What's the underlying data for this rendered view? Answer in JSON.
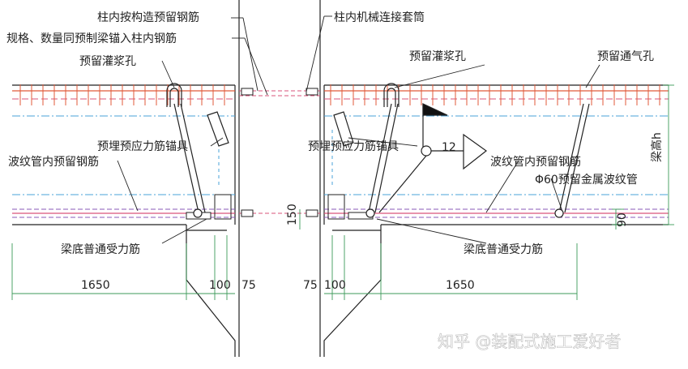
{
  "labels": {
    "column_anchor_bars": "柱内按构造预留钢筋",
    "beam_bars_into_column": "规格、数量同预制梁锚入柱内钢筋",
    "grout_hole_left": "预留灌浆孔",
    "column_mech_sleeve": "柱内机械连接套筒",
    "grout_hole_right": "预留灌浆孔",
    "vent_hole": "预留通气孔",
    "anchorage_left": "预埋预应力筋锚具",
    "anchorage_right": "预埋预应力筋锚具",
    "bars_in_duct_left": "波纹管内预留钢筋",
    "bars_in_duct_right": "波纹管内预留钢筋",
    "metal_duct": "Φ60预留金属波纹管",
    "bottom_bars_left": "梁底普通受力筋",
    "bottom_bars_right": "梁底普通受力筋",
    "beam_height": "梁高h",
    "slope_ratio": "12"
  },
  "dimensions": {
    "left_1650": "1650",
    "left_100": "100",
    "left_75": "75",
    "right_75": "75",
    "right_100": "100",
    "right_1650": "1650",
    "gap_150": "150",
    "cover_90": "90"
  },
  "watermark": "知乎 @装配式施工爱好者",
  "colors": {
    "line": "#222222",
    "rebar_red": "#e05a3a",
    "dashed_pink": "#d9537a",
    "center_blue": "#4aa3d8",
    "dim_green": "#3c9a5a",
    "purple": "#8a5ab8"
  }
}
